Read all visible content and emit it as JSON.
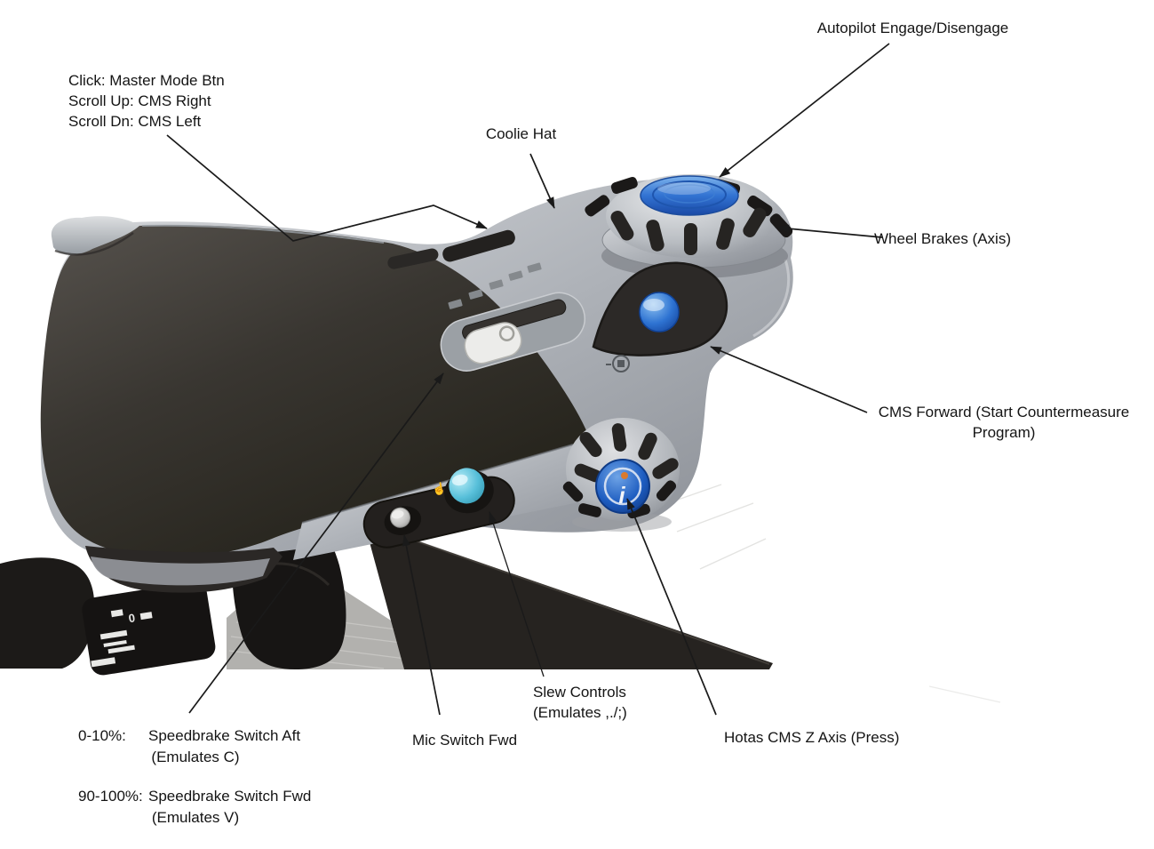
{
  "colors": {
    "annotation_text": "#141414",
    "arrow": "#1a1a1a",
    "body_silver": "#b4b8bd",
    "grip_charcoal": "#383430",
    "accent_blue": "#2f6fd0",
    "slew_teal": "#58c0da",
    "base_black": "#171514",
    "desk_grey": "#b2b1ae"
  },
  "device": {
    "info_button_glyph": "i",
    "base_marking": "0"
  },
  "annotations": {
    "autopilot": "Autopilot Engage/Disengage",
    "master_mode_line1": "Click: Master Mode Btn",
    "master_mode_line2": "Scroll Up: CMS Right",
    "master_mode_line3": "Scroll Dn: CMS Left",
    "coolie_hat": "Coolie Hat",
    "wheel_brakes": "Wheel Brakes (Axis)",
    "cms_forward_line1": "CMS Forward (Start Countermeasure",
    "cms_forward_line2": "Program)",
    "speedbrake_row1_prefix": "0-10%:",
    "speedbrake_row1_text": "Speedbrake Switch Aft",
    "speedbrake_row1_sub": "(Emulates C)",
    "speedbrake_row2_prefix": "90-100%:",
    "speedbrake_row2_text": "Speedbrake Switch Fwd",
    "speedbrake_row2_sub": "(Emulates V)",
    "mic_switch": "Mic Switch Fwd",
    "slew_line1": "Slew Controls",
    "slew_line2": "(Emulates ,./;)",
    "hotas_z": "Hotas CMS Z Axis (Press)"
  }
}
